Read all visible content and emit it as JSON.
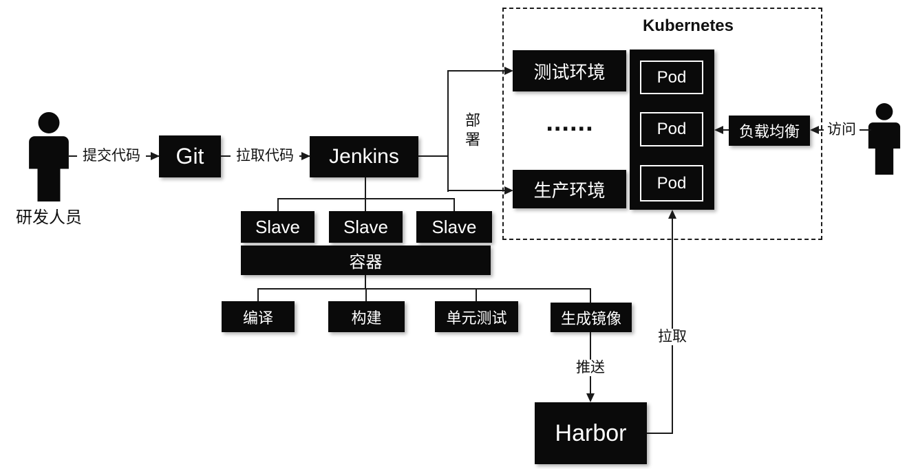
{
  "colors": {
    "background": "#ffffff",
    "node_fill": "#0a0a0a",
    "node_text": "#ffffff",
    "line": "#1a1a1a"
  },
  "actors": {
    "developer_label": "研发人员"
  },
  "group": {
    "kubernetes_title": "Kubernetes"
  },
  "nodes": {
    "git": "Git",
    "jenkins": "Jenkins",
    "slaves": [
      "Slave",
      "Slave",
      "Slave"
    ],
    "container": "容器",
    "steps": [
      "编译",
      "构建",
      "单元测试",
      "生成镜像"
    ],
    "harbor": "Harbor",
    "test_env": "测试环境",
    "prod_env": "生产环境",
    "ellipsis": "......",
    "pods": [
      "Pod",
      "Pod",
      "Pod"
    ],
    "load_balancer": "负载均衡"
  },
  "edge_labels": {
    "submit_code": "提交代码",
    "pull_code": "拉取代码",
    "deploy": "部署",
    "push": "推送",
    "pull": "拉取",
    "access": "访问"
  }
}
